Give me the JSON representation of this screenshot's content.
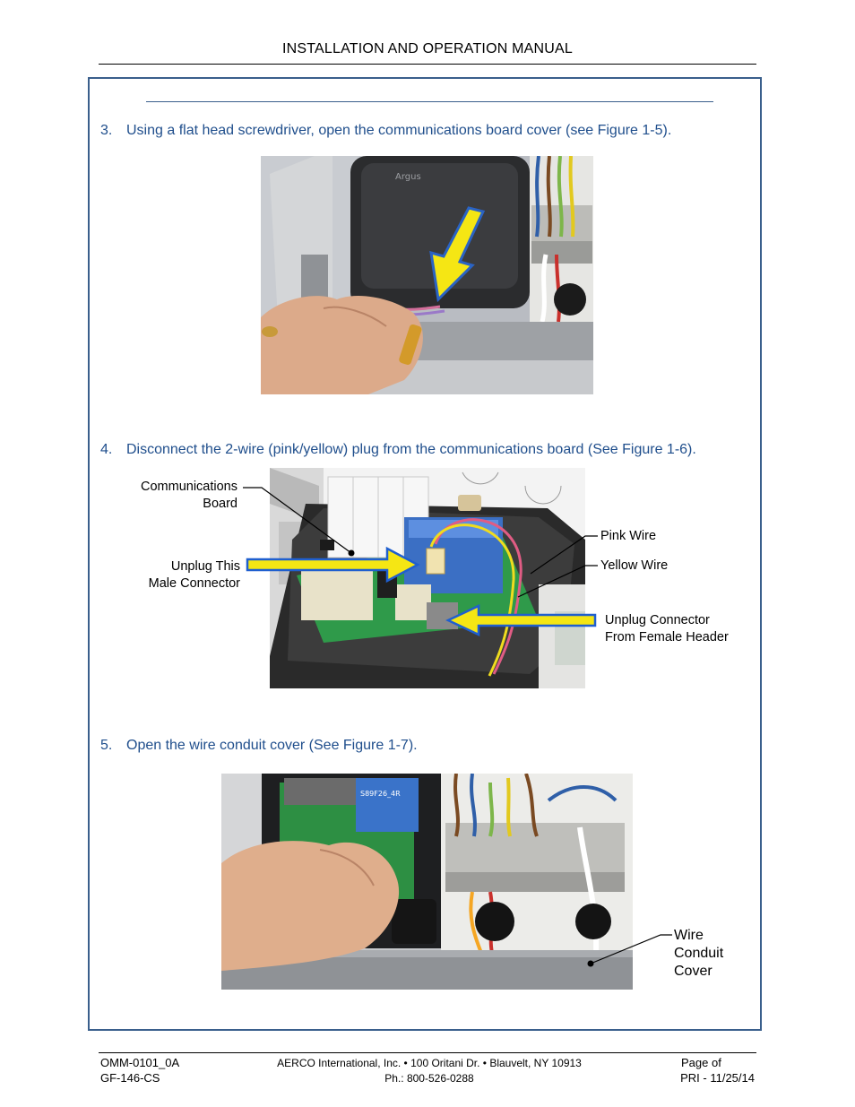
{
  "header": {
    "title": "INSTALLATION AND OPERATION MANUAL"
  },
  "steps": [
    {
      "number": "3.",
      "text": "Using a flat head screwdriver, open the communications board cover (see Figure 1-5)."
    },
    {
      "number": "4.",
      "text": "Disconnect the 2-wire (pink/yellow) plug from the communications board (See Figure 1-6)."
    },
    {
      "number": "5.",
      "text": "Open the wire conduit cover (See Figure 1-7)."
    }
  ],
  "figure2_labels": {
    "comm_board_line1": "Communications",
    "comm_board_line2": "Board",
    "unplug_male_line1": "Unplug This",
    "unplug_male_line2": "Male Connector",
    "pink_wire": "Pink Wire",
    "yellow_wire": "Yellow Wire",
    "unplug_female_line1": "Unplug Connector",
    "unplug_female_line2": "From Female Header"
  },
  "figure1_text": {
    "brand": "Argus"
  },
  "figure3_labels": {
    "conduit_line1": "Wire",
    "conduit_line2": "Conduit",
    "conduit_line3": "Cover",
    "transformer_text": "S89F26_4R"
  },
  "footer": {
    "doc_number": "OMM-0101_0A",
    "form_number": "GF-146-CS",
    "company": "AERCO International, Inc. • 100 Oritani Dr. •  Blauvelt, NY 10913",
    "phone": "Ph.: 800-526-0288",
    "page": "Page     of",
    "revision": "PRI - 11/25/14"
  },
  "colors": {
    "accent": "#1f4e8c",
    "frame": "#3a5f8c",
    "arrow": "#f5e614"
  }
}
